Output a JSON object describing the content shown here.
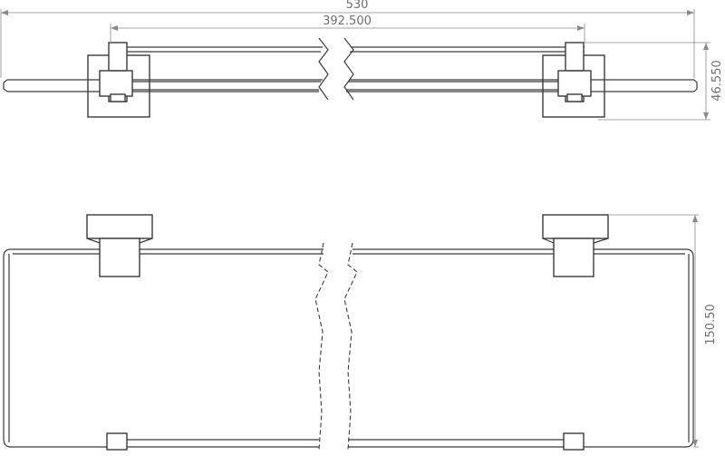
{
  "dimensions": {
    "overall_length": "530",
    "bracket_spacing": "392.500",
    "bracket_depth": "46.550",
    "shelf_depth": "150.50"
  }
}
